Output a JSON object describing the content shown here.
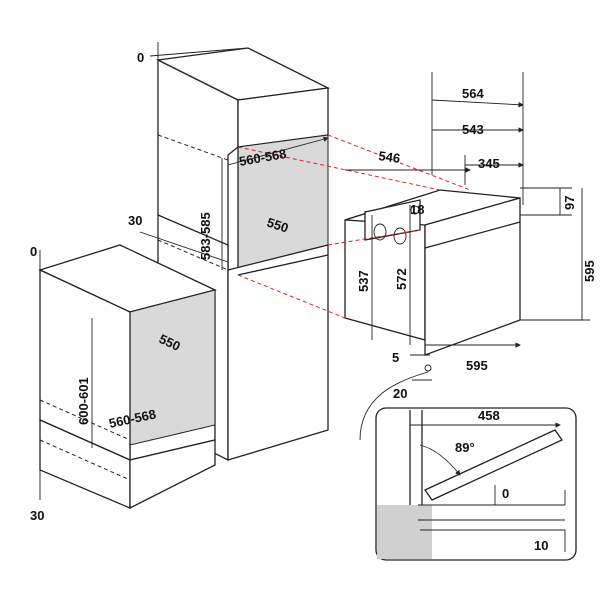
{
  "dimensions": {
    "tall_cabinet_top_gap": "0",
    "tall_opening_width": "560-568",
    "tall_opening_height": "583-585",
    "tall_opening_depth": "550",
    "tall_side_offset": "30",
    "base_top_gap": "0",
    "base_opening_depth": "550",
    "base_opening_height": "600-601",
    "base_opening_width": "560-568",
    "base_bottom": "30",
    "oven_total_depth": "564",
    "oven_body_depth": "543",
    "oven_side_depth": "546",
    "oven_inner_depth": "345",
    "oven_top_offset": "97",
    "oven_rear_step": "18",
    "oven_side_height": "537",
    "oven_body_height": "572",
    "oven_total_height": "595",
    "oven_front_width": "595",
    "oven_bottom_gap": "5",
    "oven_front_depth": "20",
    "door_depth": "458",
    "door_angle": "89°",
    "door_gap_top": "0",
    "door_gap_bottom": "10"
  }
}
